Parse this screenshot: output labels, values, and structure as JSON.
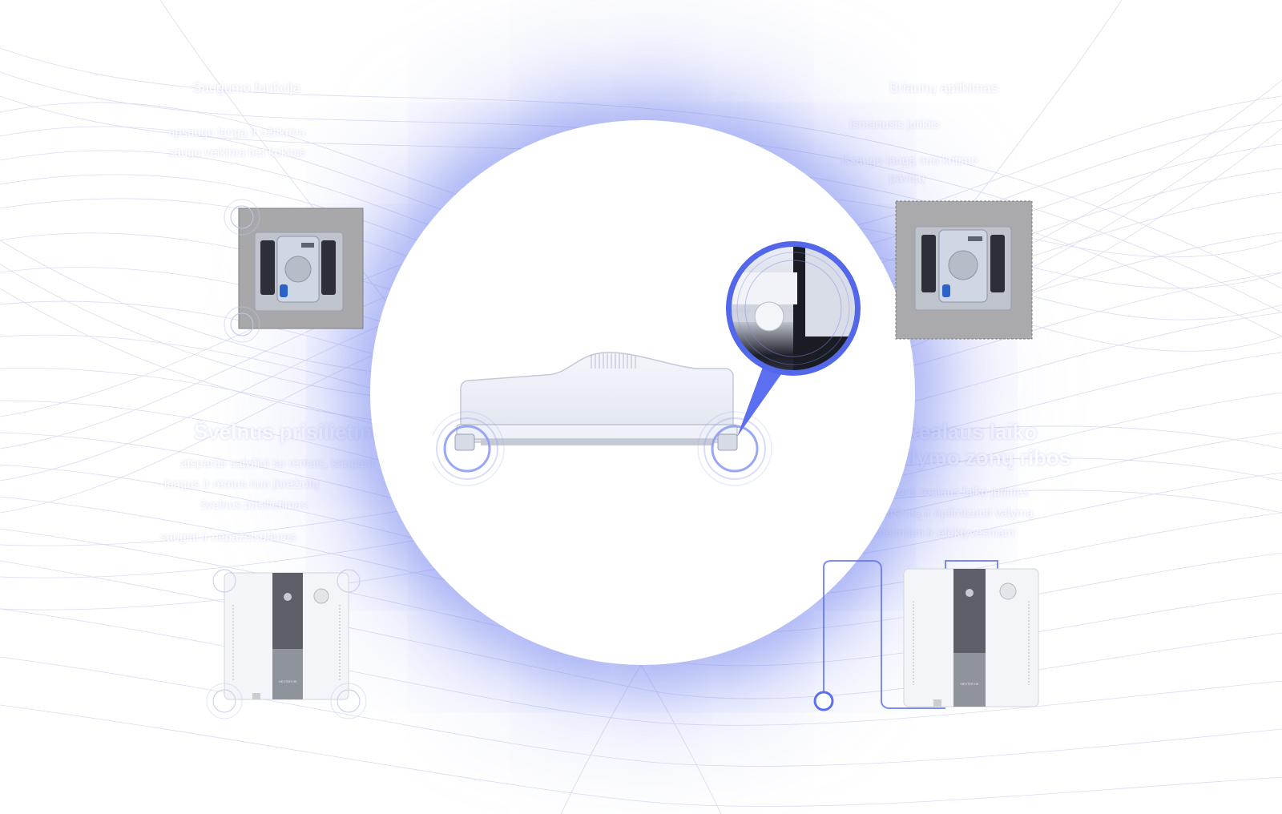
{
  "left_feature": {
    "title": "Švelnus prisilietimas",
    "body_lines": [
      "atsparūs sąlyčiui su rėmais, saugant",
      "langus ir rėmus nuo įbrėžimų",
      "švelnus prisilietimas",
      "saugiai ir nepažeisdamas"
    ]
  },
  "right_feature": {
    "title_lines": [
      "Realaus laiko",
      "valymo zonų ribos"
    ],
    "body_lines": [
      "Naudojamas realaus laiko jutimas",
      "maršrutą ir optimizuoti valymą",
      "sumanesniam ir efektyvesniam"
    ]
  },
  "top_left_text": [
    "Saugumo funkcija",
    "apsaugo langą ir užtikrina",
    "saugų veikimą bet kokioje"
  ],
  "top_right_text": [
    "Briaunų aptikimas",
    "Išmanusis jutiklis",
    "išsaugo langą nuo kritimo",
    "pavojų"
  ],
  "device_labels": {
    "left_bottom": "HEXTER H5",
    "right_bottom": "HEXTER H5"
  },
  "colors": {
    "accent": "#5b6ff0",
    "line": "#cdd0ee",
    "device_frame": "#8a8a8a",
    "glow": "#7b8cf3"
  },
  "icons": [
    "edge-sensor-callout",
    "touch-point-ring",
    "circuit-trace"
  ]
}
